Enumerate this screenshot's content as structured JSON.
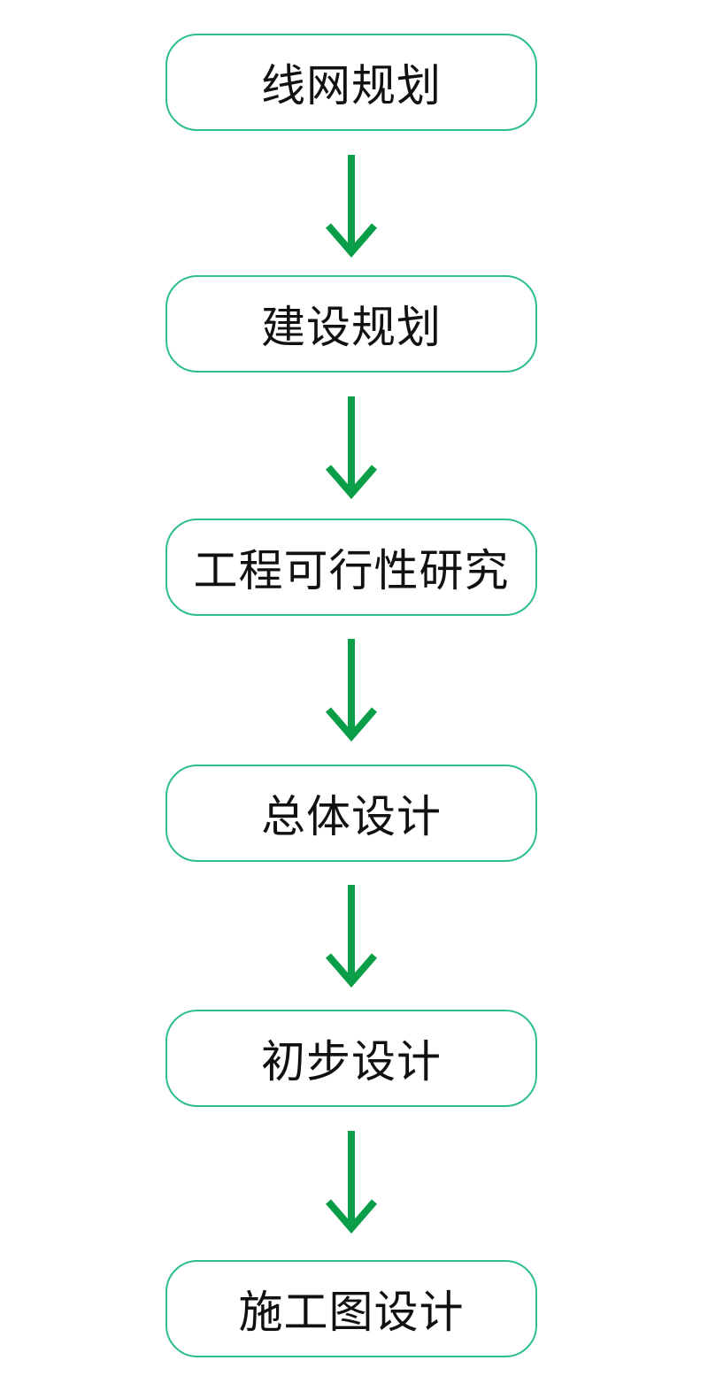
{
  "colors": {
    "box_border": "#2dbf8a",
    "arrow": "#0a9e48",
    "text": "#111111"
  },
  "steps": [
    {
      "label": "线网规划"
    },
    {
      "label": "建设规划"
    },
    {
      "label": "工程可行性研究"
    },
    {
      "label": "总体设计"
    },
    {
      "label": "初步设计"
    },
    {
      "label": "施工图设计"
    }
  ]
}
